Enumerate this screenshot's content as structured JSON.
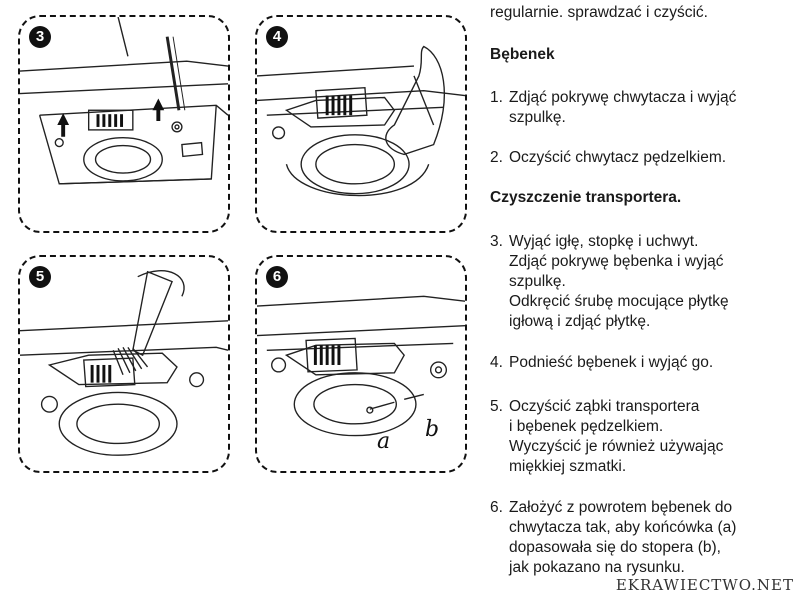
{
  "panels": [
    {
      "number": "3"
    },
    {
      "number": "4"
    },
    {
      "number": "5"
    },
    {
      "number": "6",
      "labels": [
        "a",
        "b"
      ]
    }
  ],
  "intro_text": "regularnie. sprawdzać i czyścić.",
  "section1_heading": "Bębenek",
  "section2_heading": "Czyszczenie transportera.",
  "steps": [
    {
      "num": "1.",
      "text": "Zdjąć pokrywę chwytacza i wyjąć\nszpulkę."
    },
    {
      "num": "2.",
      "text": "Oczyścić chwytacz pędzelkiem."
    },
    {
      "num": "3.",
      "text": "Wyjąć igłę, stopkę i uchwyt.\nZdjąć pokrywę bębenka i wyjąć\nszpulkę.\nOdkręcić śrubę mocujące płytkę\nigłową i zdjąć płytkę."
    },
    {
      "num": "4.",
      "text": "Podnieść bębenek i wyjąć go."
    },
    {
      "num": "5.",
      "text": "Oczyścić ząbki transportera\ni bębenek pędzelkiem.\nWyczyścić je również używając\nmiękkiej szmatki."
    },
    {
      "num": "6.",
      "text": "Założyć z powrotem bębenek do\nchwytacza tak, aby końcówka (a)\ndopasowała się do stopera (b),\njak pokazano na rysunku."
    }
  ],
  "watermark": "EKRAWIECTWO.NET"
}
